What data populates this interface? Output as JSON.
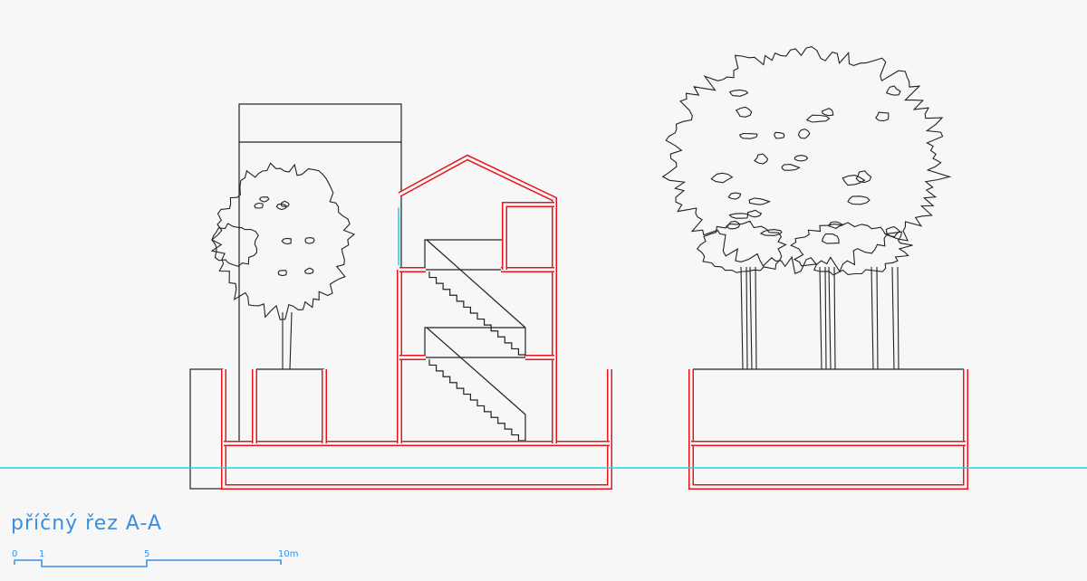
{
  "drawing": {
    "title": "příčný řez A-A",
    "scale_bar": {
      "ticks": [
        "0",
        "1",
        "5",
        "10m"
      ],
      "unit": "m"
    }
  },
  "colors": {
    "section": "#e8141c",
    "ground": "#22d3e0",
    "lines": "#222222",
    "annotation": "#3a8fe0"
  }
}
